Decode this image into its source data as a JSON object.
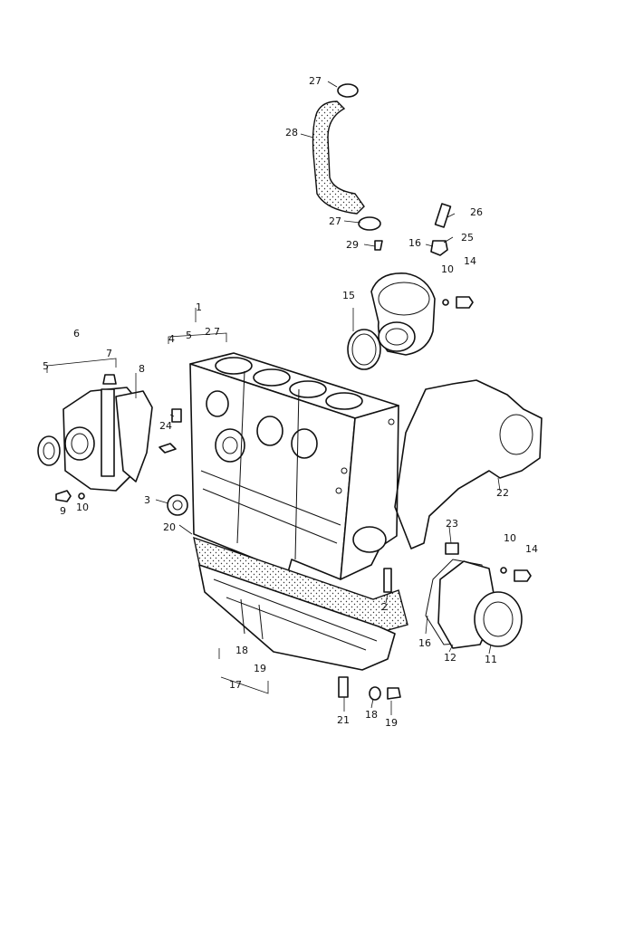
{
  "diagram": {
    "callouts": {
      "c1": "1",
      "c2a": "2",
      "c2b": "2",
      "c3": "3",
      "c4": "4",
      "c5a": "5",
      "c5b": "5",
      "c6": "6",
      "c7a": "7",
      "c7b": "7",
      "c8": "8",
      "c9": "9",
      "c10a": "10",
      "c10b": "10",
      "c10c": "10",
      "c11": "11",
      "c12": "12",
      "c14a": "14",
      "c14b": "14",
      "c15": "15",
      "c16a": "16",
      "c16b": "16",
      "c17": "17",
      "c18a": "18",
      "c18b": "18",
      "c19a": "19",
      "c19b": "19",
      "c20": "20",
      "c21": "21",
      "c22": "22",
      "c23": "23",
      "c24": "24",
      "c25": "25",
      "c26": "26",
      "c27a": "27",
      "c27b": "27",
      "c28": "28",
      "c29": "29"
    }
  }
}
